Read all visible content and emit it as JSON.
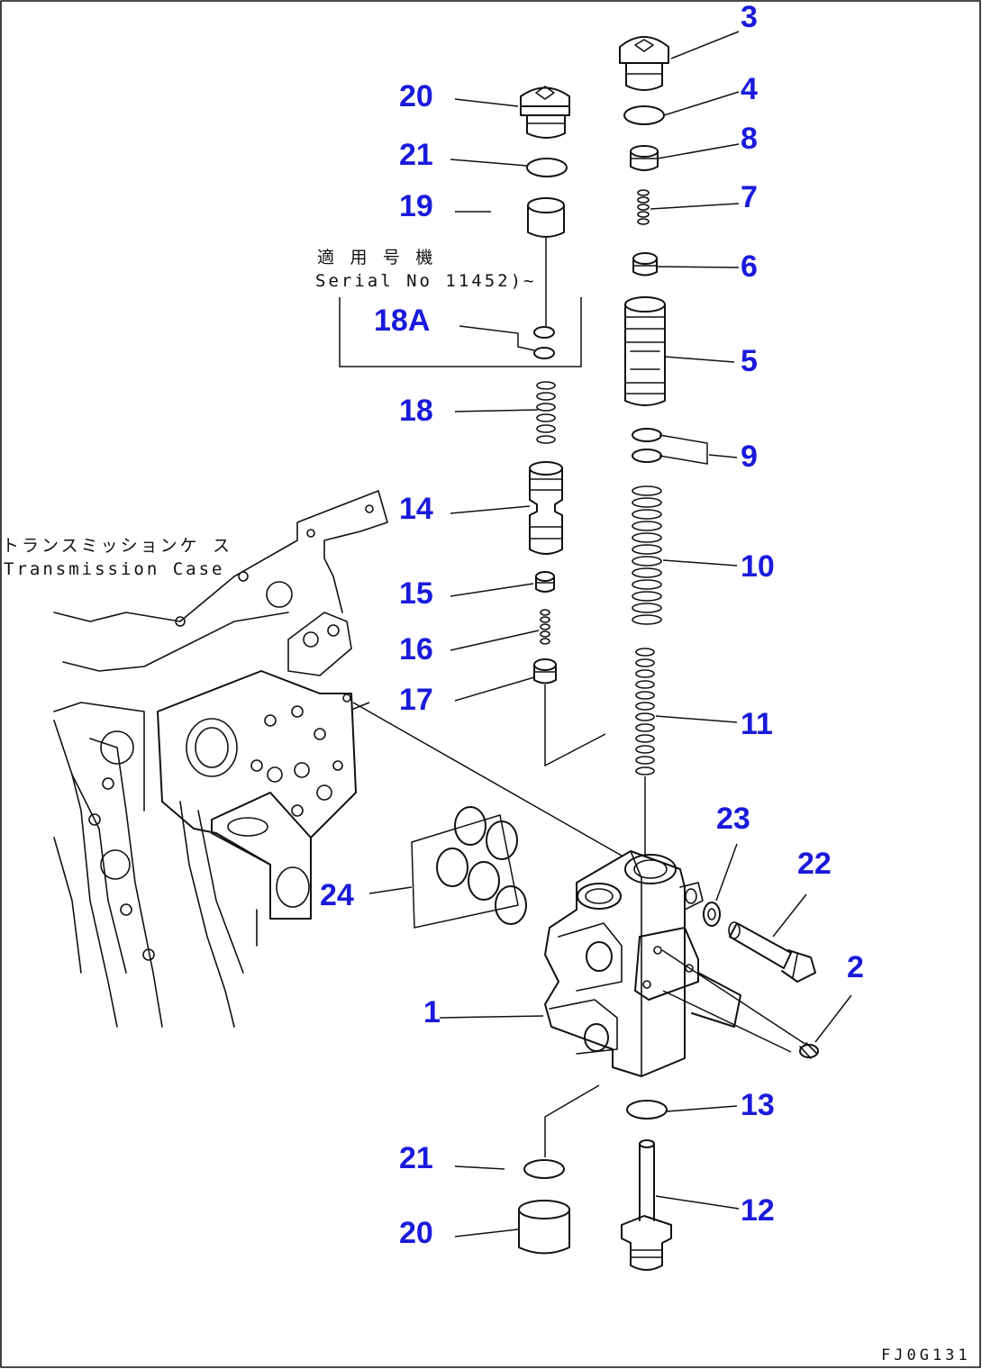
{
  "callouts": {
    "c1": "1",
    "c2": "2",
    "c3": "3",
    "c4": "4",
    "c5": "5",
    "c6": "6",
    "c7": "7",
    "c8": "8",
    "c9": "9",
    "c10": "10",
    "c11": "11",
    "c12": "12",
    "c13": "13",
    "c14": "14",
    "c15": "15",
    "c16": "16",
    "c17": "17",
    "c18": "18",
    "c18a": "18A",
    "c19": "19",
    "c20_top": "20",
    "c20_bottom": "20",
    "c21_top": "21",
    "c21_bottom": "21",
    "c22": "22",
    "c23": "23",
    "c24": "24"
  },
  "notes": {
    "serial_jp": "適 用 号 機",
    "serial_en": "Serial No 11452)~",
    "transmission_jp": "トランスミッションケ ス",
    "transmission_en": "Transmission Case"
  },
  "drawing_code": "FJ0G131",
  "colors": {
    "callout": "#1a1adc",
    "linework": "#111111",
    "background": "#ffffff"
  }
}
